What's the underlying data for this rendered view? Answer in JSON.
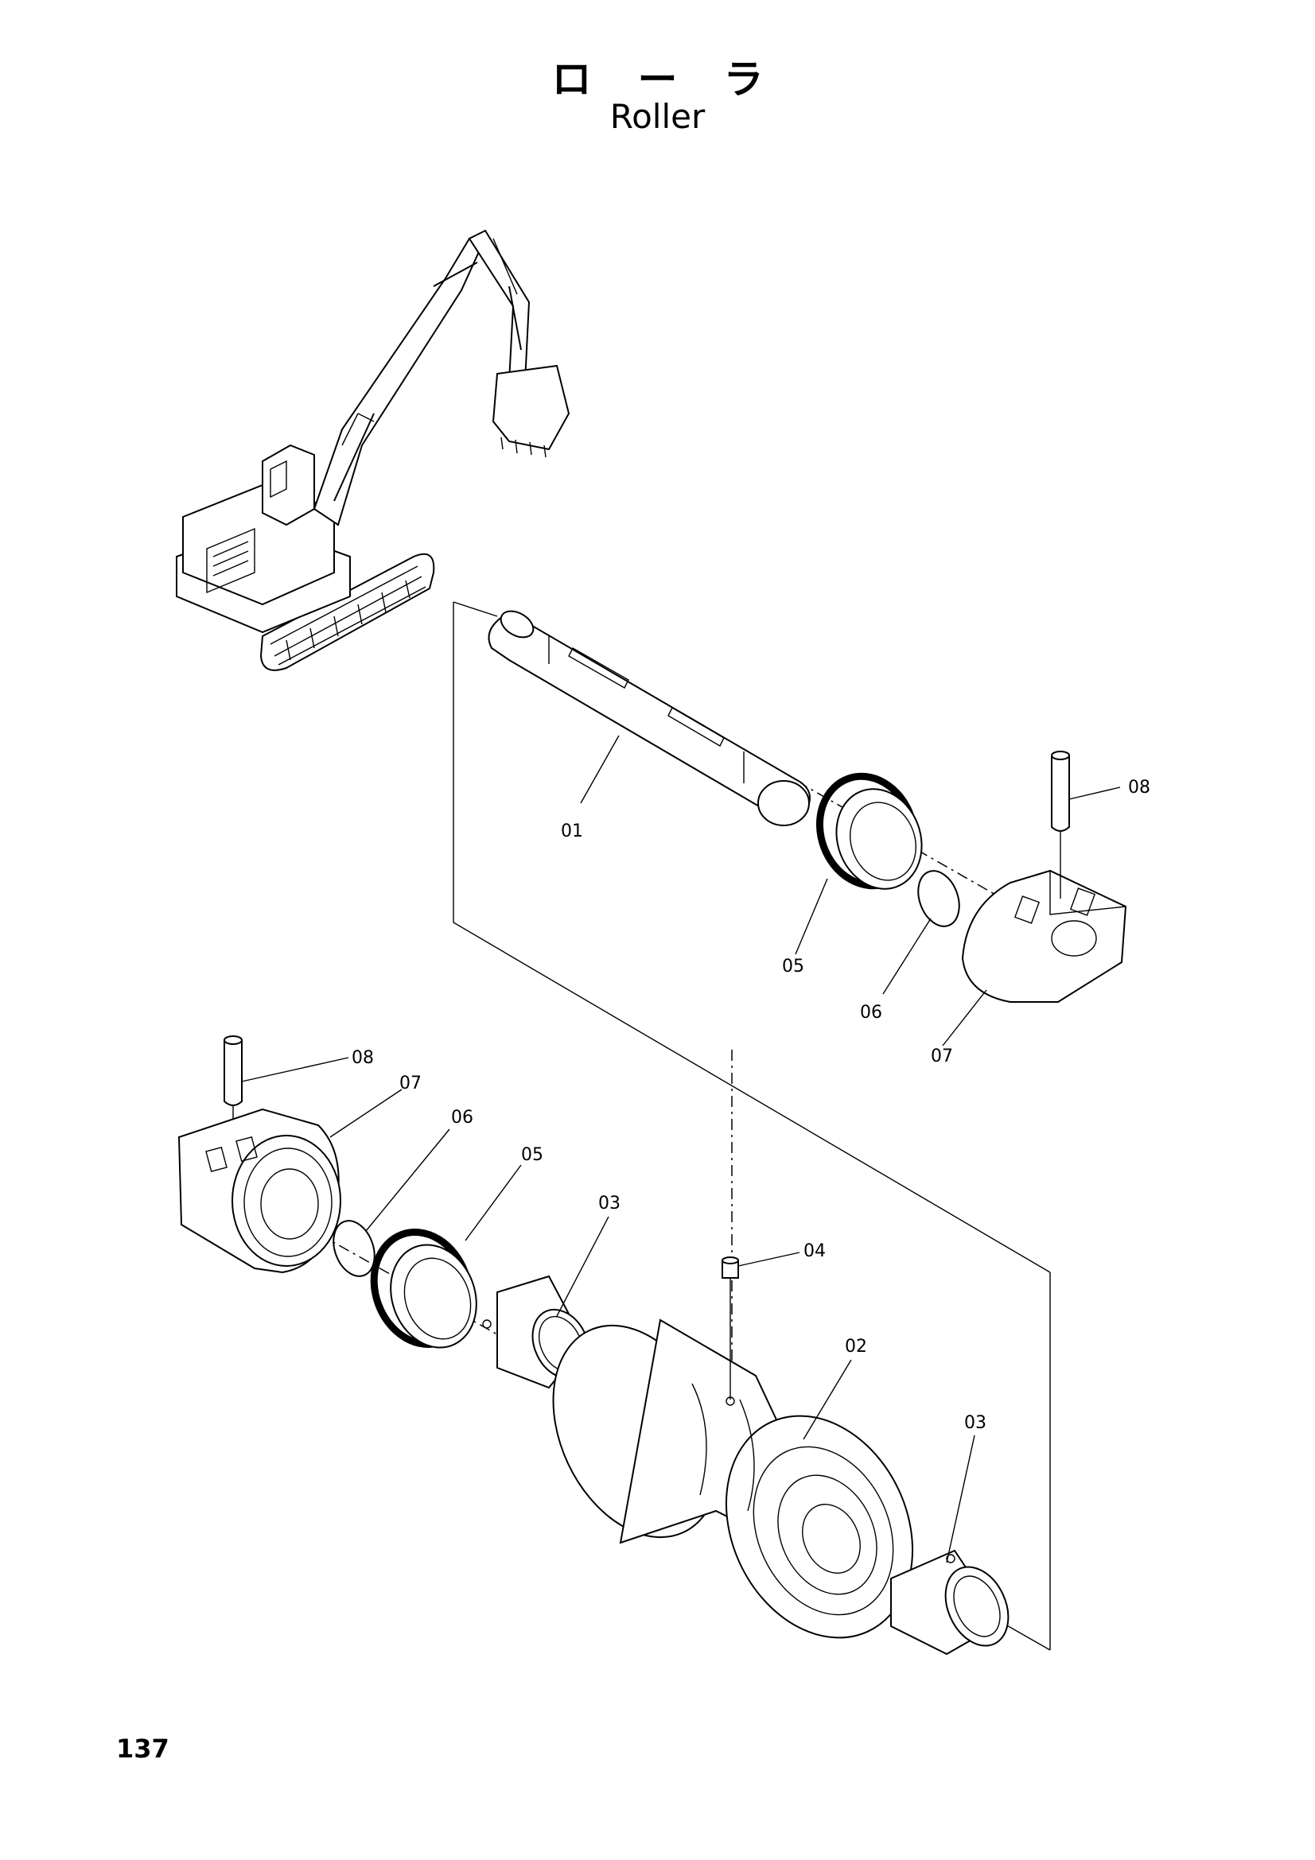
{
  "title": {
    "japanese": "ローラ",
    "english": "Roller"
  },
  "page_number": "137",
  "callouts": [
    {
      "id": "c-01-shaft",
      "label": "01"
    },
    {
      "id": "c-05-upper",
      "label": "05"
    },
    {
      "id": "c-06-upper",
      "label": "06"
    },
    {
      "id": "c-07-upper",
      "label": "07"
    },
    {
      "id": "c-08-upper",
      "label": "08"
    },
    {
      "id": "c-08-lower",
      "label": "08"
    },
    {
      "id": "c-07-lower",
      "label": "07"
    },
    {
      "id": "c-06-lower",
      "label": "06"
    },
    {
      "id": "c-05-lower",
      "label": "05"
    },
    {
      "id": "c-03-left",
      "label": "03"
    },
    {
      "id": "c-04-plug",
      "label": "04"
    },
    {
      "id": "c-02-roller",
      "label": "02"
    },
    {
      "id": "c-03-right",
      "label": "03"
    }
  ]
}
